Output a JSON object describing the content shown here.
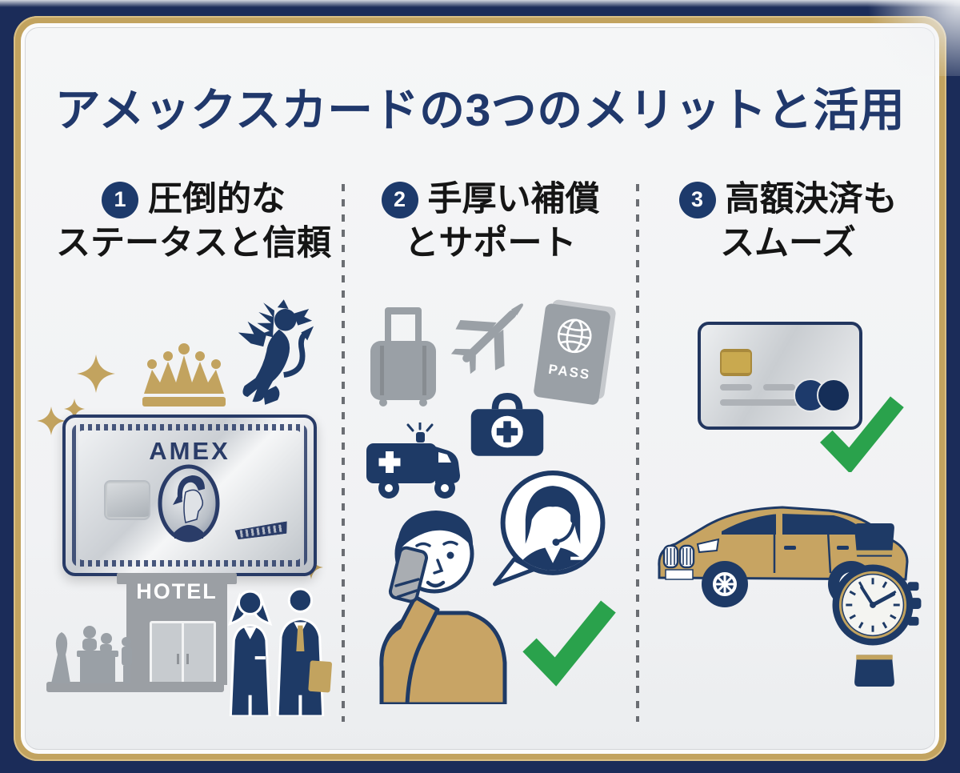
{
  "title": {
    "text": "アメックスカードの3つのメリットと活用"
  },
  "columns": [
    {
      "number": "1",
      "line1": "圧倒的な",
      "line2": "ステータスと信頼"
    },
    {
      "number": "2",
      "line1": "手厚い補償",
      "line2": "とサポート"
    },
    {
      "number": "3",
      "line1": "高額決済も",
      "line2": "スムーズ"
    }
  ],
  "card": {
    "brand": "AMEX"
  },
  "hotel": {
    "sign": "HOTEL"
  },
  "passport": {
    "label": "PASS"
  },
  "icons": {
    "sparkle-icon": "✦ four-point gold sparkle",
    "crown-icon": "gold crown",
    "lion-icon": "navy heraldic rampant lion",
    "amex-card-icon": "platinum credit card with centurion",
    "suitcase-icon": "gray rolling luggage",
    "airplane-icon": "gray jet plane",
    "passport-icon": "gray passport booklet with globe",
    "ambulance-icon": "navy ambulance van with cross",
    "first-aid-kit-icon": "navy medical case with cross",
    "caller-icon": "man talking on phone",
    "operator-icon": "support operator in speech bubble",
    "check-icon": "✓ green checkmark",
    "credit-card-icon": "silver card with chip and dual circles",
    "car-icon": "gold luxury sedan",
    "watch-icon": "navy luxury wristwatch"
  },
  "colors": {
    "frame_navy": "#1b2c59",
    "frame_gold": "#c2a35f",
    "panel_bg": "#f3f4f6",
    "title_navy": "#20386b",
    "heading_black": "#151515",
    "icon_navy": "#1e3a66",
    "icon_gray": "#9aa0a6",
    "accent_gold": "#c2a35f",
    "accent_tan": "#c8a465",
    "check_green": "#2aa24c"
  }
}
